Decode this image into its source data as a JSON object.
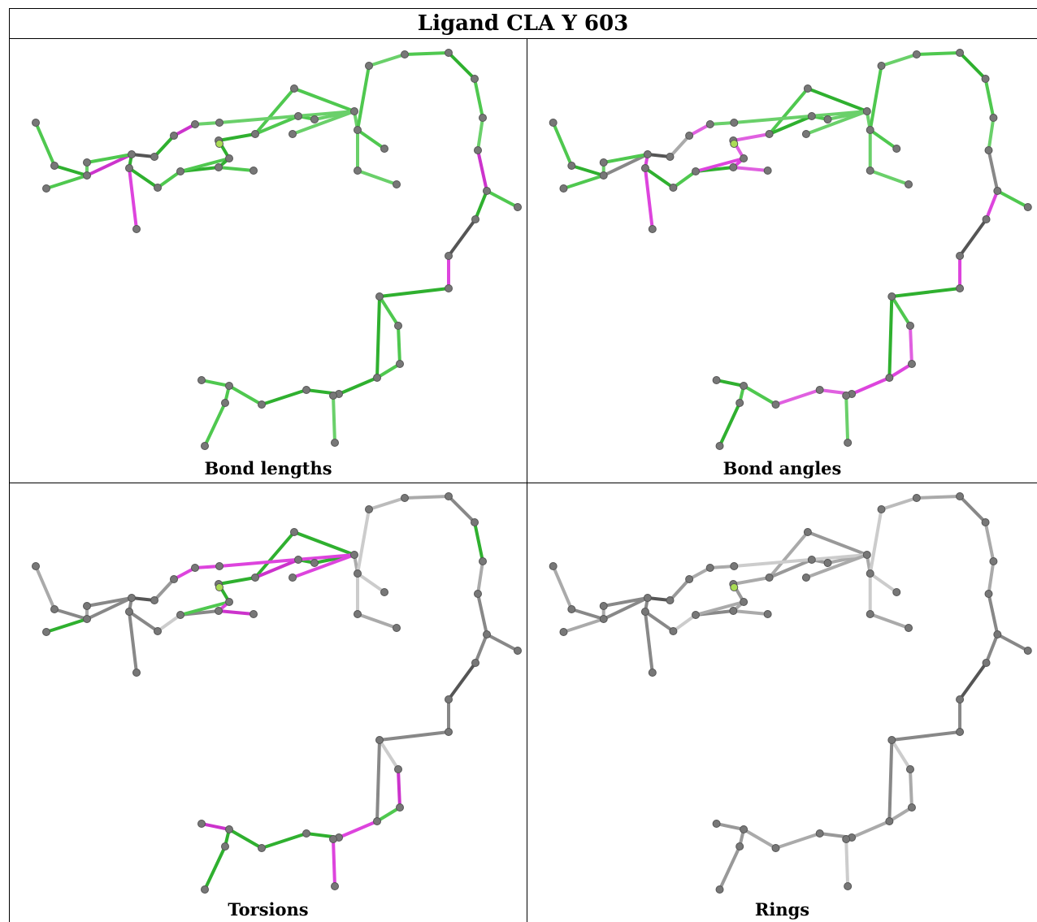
{
  "title": "Ligand CLA Y 603",
  "panels": [
    {
      "caption": "Bond lengths",
      "colors": [
        "#4fc84f",
        "#2fb02f",
        "#4fc84f",
        "#6ad06a",
        "#cc33cc",
        "#4fc84f",
        "#2fb02f",
        "#555555",
        "#dd44dd",
        "#2fb02f",
        "#4fc84f",
        "#2fb02f",
        "#4fc84f",
        "#4fc84f",
        "#2fb02f",
        "#2fb02f",
        "#2fb02f",
        "#4fc84f",
        "#4fc84f",
        "#4fc84f",
        "#4fc84f",
        "#6ad06a",
        "#6ad06a",
        "#6ad06a",
        "#cc33cc",
        "#2fb02f",
        "#6ad06a",
        "#4fc84f",
        "#6ad06a",
        "#6ad06a",
        "#4fc84f",
        "#6ad06a"
      ]
    },
    {
      "caption": "Bond angles",
      "colors": [
        "#4fc84f",
        "#2fb02f",
        "#4fc84f",
        "#6ad06a",
        "#888888",
        "#4fc84f",
        "#dd44dd",
        "#555555",
        "#dd44dd",
        "#2fb02f",
        "#4fc84f",
        "#2fb02f",
        "#e060e0",
        "#dd44dd",
        "#dd44dd",
        "#e060e0",
        "#e060e0",
        "#4fc84f",
        "#2fb02f",
        "#4fc84f",
        "#2fb02f",
        "#6ad06a",
        "#6ad06a",
        "#6ad06a",
        "#e060e0",
        "#aaaaaa",
        "#6ad06a",
        "#4fc84f",
        "#6ad06a",
        "#6ad06a",
        "#4fc84f",
        "#6ad06a"
      ]
    },
    {
      "caption": "Torsions",
      "colors": [
        "#aaaaaa",
        "#888888",
        "#2fb02f",
        "#aaaaaa",
        "#888888",
        "#888888",
        "#888888",
        "#555555",
        "#888888",
        "#888888",
        "#cccccc",
        "#888888",
        "#cc33cc",
        "#4fc84f",
        "#dd44dd",
        "#2fb02f",
        "#2fb02f",
        "#2fb02f",
        "#cc33cc",
        "#2fb02f",
        "#2fb02f",
        "#2fb02f",
        "#dd44dd",
        "#dd44dd",
        "#dd44dd",
        "#999999",
        "#aaaaaa",
        "#cccccc",
        "#cccccc",
        "#aaaaaa",
        "#cccccc",
        "#bbbbbb"
      ]
    },
    {
      "caption": "Rings",
      "colors": [
        "#aaaaaa",
        "#888888",
        "#aaaaaa",
        "#aaaaaa",
        "#888888",
        "#888888",
        "#888888",
        "#555555",
        "#888888",
        "#888888",
        "#cccccc",
        "#888888",
        "#aaaaaa",
        "#aaaaaa",
        "#aaaaaa",
        "#999999",
        "#aaaaaa",
        "#aaaaaa",
        "#999999",
        "#999999",
        "#999999",
        "#aaaaaa",
        "#cccccc",
        "#aaaaaa",
        "#aaaaaa",
        "#999999",
        "#aaaaaa",
        "#cccccc",
        "#cccccc",
        "#aaaaaa",
        "#cccccc",
        "#bbbbbb"
      ]
    }
  ]
}
